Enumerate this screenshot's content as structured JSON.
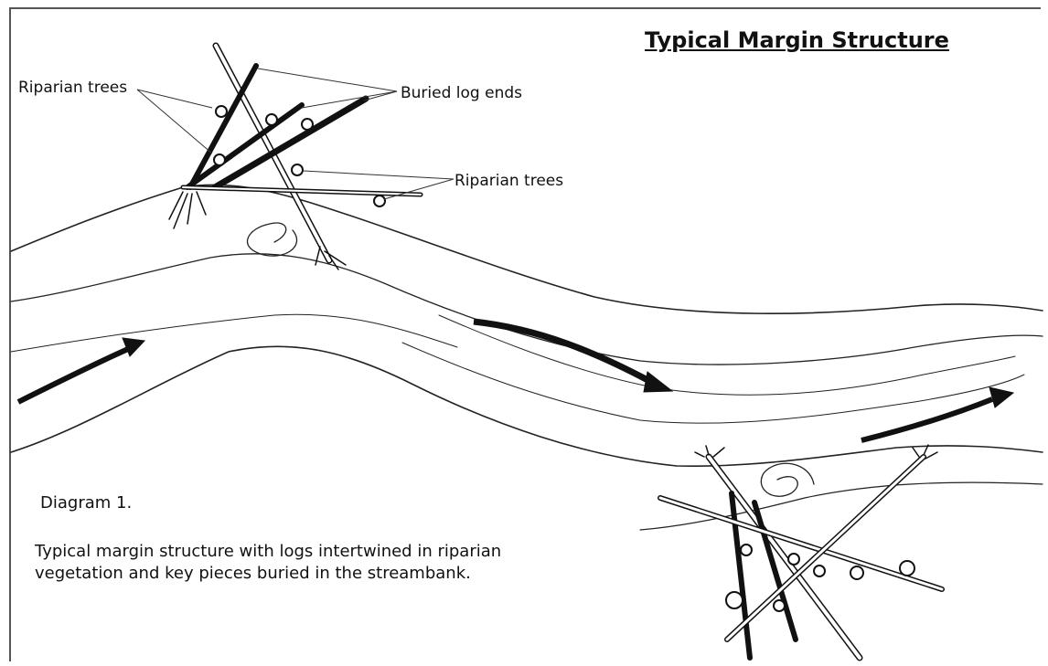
{
  "diagram": {
    "title": "Typical Margin Structure",
    "labels": {
      "riparian_trees_left": "Riparian trees",
      "buried_log_ends": "Buried log ends",
      "riparian_trees_right": "Riparian trees"
    },
    "figure_number": "Diagram 1.",
    "caption": "Typical margin structure with logs intertwined in riparian vegetation and key pieces buried in the streambank."
  },
  "colors": {
    "ink": "#111111",
    "background": "#ffffff"
  }
}
